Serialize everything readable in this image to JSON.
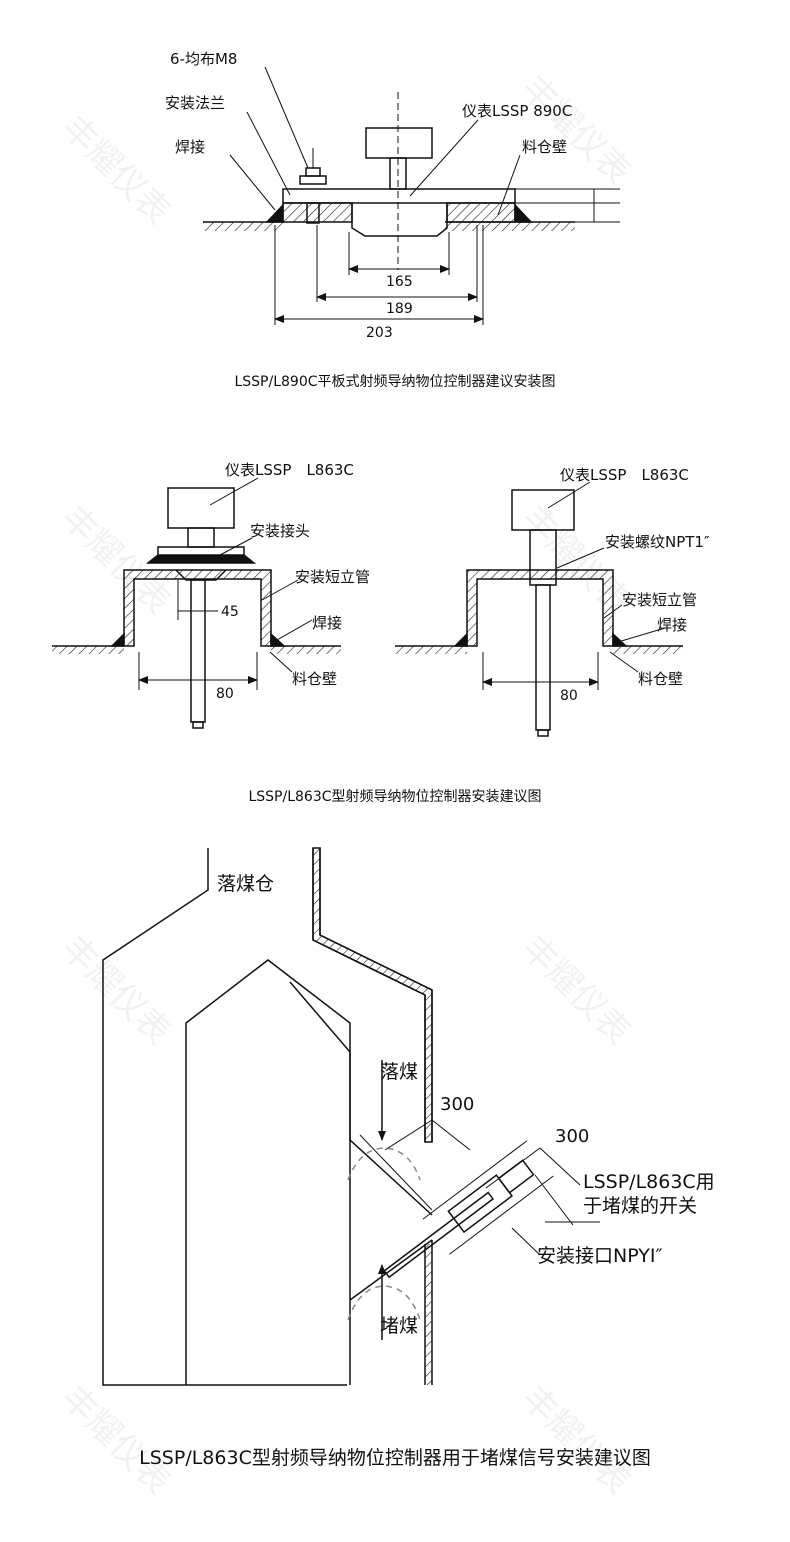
{
  "diagram1": {
    "labels": {
      "bolts": "6-均布M8",
      "flange": "安装法兰",
      "weld": "焊接",
      "instrument": "仪表LSSP 890C",
      "wall": "料仓壁"
    },
    "dims": {
      "d1": "165",
      "d2": "189",
      "d3": "203"
    },
    "caption": "LSSP/L890C平板式射频导纳物位控制器建议安装图"
  },
  "diagram2": {
    "left": {
      "instrument": "仪表LSSP　L863C",
      "joint": "安装接头",
      "pipe": "安装短立管",
      "weld": "焊接",
      "wall": "料仓壁",
      "dim_inner": "45",
      "dim_width": "80"
    },
    "right": {
      "instrument": "仪表LSSP　L863C",
      "thread": "安装螺纹NPT1″",
      "pipe": "安装短立管",
      "weld": "焊接",
      "wall": "料仓壁",
      "dim_width": "80"
    },
    "caption": "LSSP/L863C型射频导纳物位控制器安装建议图"
  },
  "diagram3": {
    "labels": {
      "bin": "落煤仓",
      "falling": "落煤",
      "blocking": "堵煤",
      "switch_line1": "LSSP/L863C用",
      "switch_line2": "于堵煤的开关",
      "port": "安装接口NPYI″"
    },
    "dims": {
      "d1": "300",
      "d2": "300"
    },
    "caption": "LSSP/L863C型射频导纳物位控制器用于堵煤信号安装建议图"
  }
}
